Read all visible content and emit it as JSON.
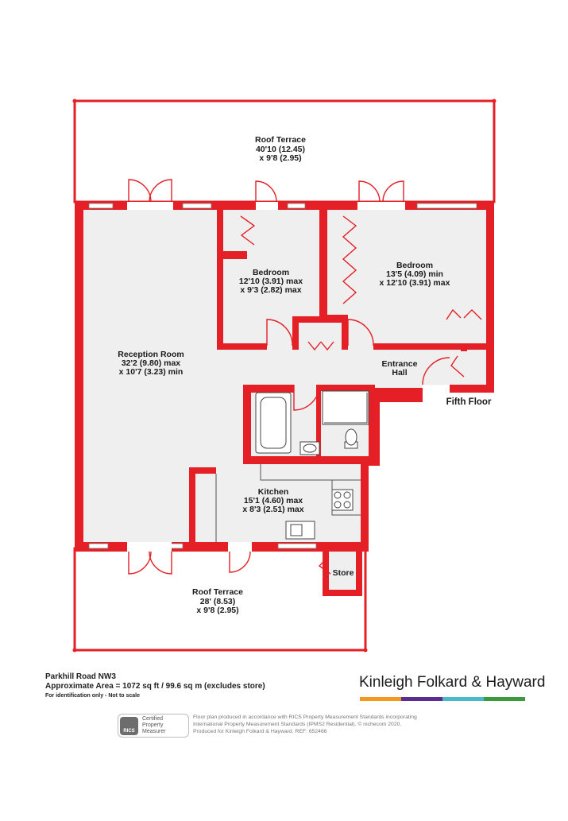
{
  "colors": {
    "wall": "#e41f26",
    "room_fill": "#efefef",
    "terrace_fill": "#ffffff",
    "line": "#444444"
  },
  "rooms": {
    "roof_terrace_top": {
      "name": "Roof Terrace",
      "dims": [
        "40'10 (12.45)",
        "x 9'8 (2.95)"
      ]
    },
    "bedroom_1": {
      "name": "Bedroom",
      "dims": [
        "12'10 (3.91) max",
        "x 9'3 (2.82) max"
      ]
    },
    "bedroom_2": {
      "name": "Bedroom",
      "dims": [
        "13'5 (4.09) min",
        "x 12'10 (3.91) max"
      ]
    },
    "reception": {
      "name": "Reception Room",
      "dims": [
        "32'2 (9.80) max",
        "x 10'7 (3.23) min"
      ]
    },
    "entrance_hall": {
      "name": "Entrance",
      "name2": "Hall"
    },
    "kitchen": {
      "name": "Kitchen",
      "dims": [
        "15'1 (4.60) max",
        "x 8'3 (2.51) max"
      ]
    },
    "store": {
      "name": "Store"
    },
    "roof_terrace_bottom": {
      "name": "Roof Terrace",
      "dims": [
        "28' (8.53)",
        "x 9'8 (2.95)"
      ]
    }
  },
  "floor_label": "Fifth Floor",
  "footer": {
    "address": "Parkhill Road  NW3",
    "area": "Approximate Area = 1072 sq ft / 99.6 sq m (excludes store)",
    "identification": "For identification only - Not to scale"
  },
  "brand": {
    "name": "Kinleigh Folkard & Hayward",
    "bar_colors": [
      "#f39a1e",
      "#5b2d8e",
      "#49b9c9",
      "#3a9a3c"
    ]
  },
  "rics": {
    "logo": "RICS",
    "line1": "Certified",
    "line2": "Property",
    "line3": "Measurer"
  },
  "disclaimer": [
    "Floor plan produced in accordance with RICS Property Measurement Standards incorporating",
    "International Property Measurement Standards (IPMS2 Residential).  © nichecom 2020.",
    "Produced for Kinleigh Folkard & Hayward.   REF: 652466"
  ]
}
